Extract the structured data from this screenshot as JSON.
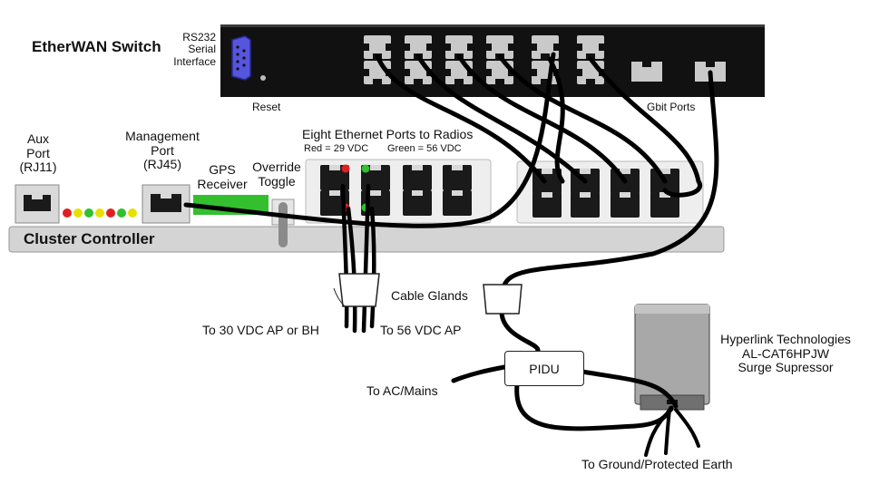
{
  "switch": {
    "title": "EtherWAN Switch",
    "rs232_lines": [
      "RS232",
      "Serial",
      "Interface"
    ],
    "reset": "Reset",
    "gbit": "Gbit Ports"
  },
  "controller": {
    "aux_lines": [
      "Aux",
      "Port",
      "(RJ11)"
    ],
    "mgmt_lines": [
      "Management",
      "Port",
      "(RJ45)"
    ],
    "gps_lines": [
      "GPS",
      "Receiver"
    ],
    "override_lines": [
      "Override",
      "Toggle"
    ],
    "label": "Cluster Controller",
    "ports_title": "Eight Ethernet Ports to Radios",
    "red_note": "Red = 29 VDC",
    "green_note": "Green = 56 VDC"
  },
  "cabling": {
    "glands": "Cable Glands",
    "to_30": "To 30 VDC AP or BH",
    "to_56": "To 56 VDC AP",
    "pidu": "PIDU",
    "to_ac": "To AC/Mains",
    "to_ground": "To Ground/Protected Earth"
  },
  "surge": {
    "lines": [
      "Hyperlink Technologies",
      "AL-CAT6HPJW",
      "Surge Supressor"
    ]
  },
  "colors": {
    "switch_body": "#111111",
    "port_gray": "#c9c9c9",
    "controller_body": "#dcdcdc",
    "gps_green": "#34c02e",
    "led_red": "#e02020",
    "led_yellow": "#e8e000",
    "led_green": "#30c030",
    "cable": "#000000"
  },
  "icons": [
    "rs232-db9-icon",
    "rj45-port-icon",
    "rj11-port-icon",
    "led-icon",
    "cable-gland-icon",
    "surge-suppressor-icon"
  ]
}
